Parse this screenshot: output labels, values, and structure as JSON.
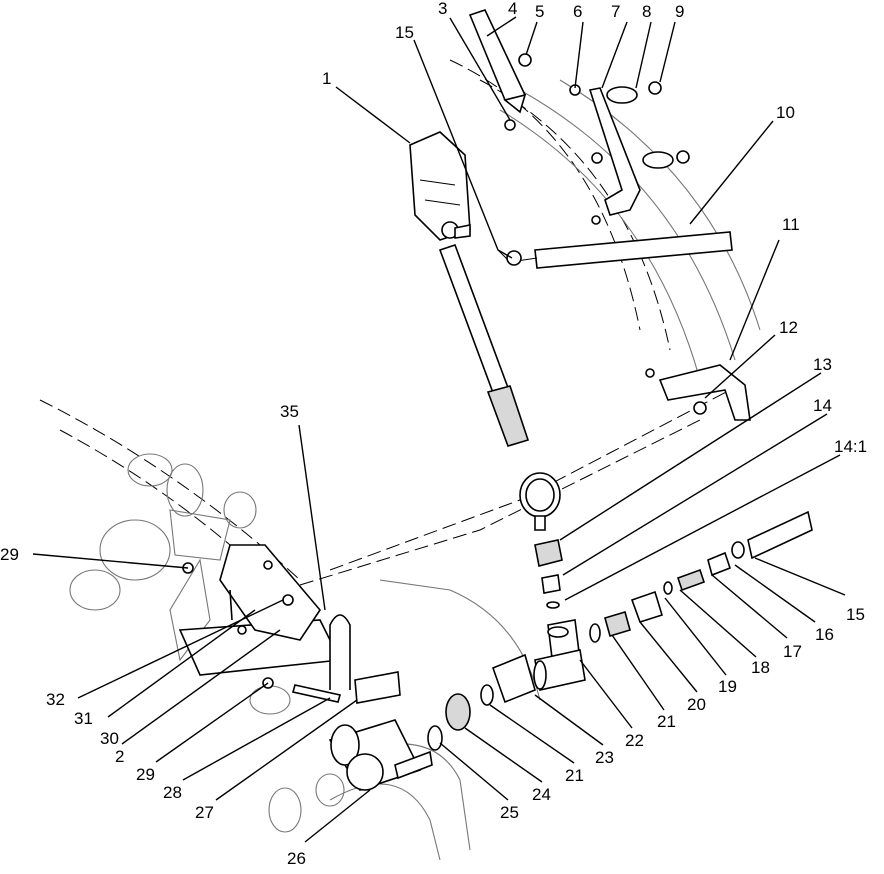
{
  "callouts": {
    "c1": "1",
    "c2": "2",
    "c3": "3",
    "c4": "4",
    "c5": "5",
    "c6": "6",
    "c7": "7",
    "c8": "8",
    "c9": "9",
    "c10": "10",
    "c11": "11",
    "c12": "12",
    "c13": "13",
    "c14": "14",
    "c14_1": "14:1",
    "c15a": "15",
    "c15b": "15",
    "c16": "16",
    "c17": "17",
    "c18": "18",
    "c19": "19",
    "c20": "20",
    "c21a": "21",
    "c21b": "21",
    "c22": "22",
    "c23": "23",
    "c24": "24",
    "c25": "25",
    "c26": "26",
    "c27": "27",
    "c28": "28",
    "c29a": "29",
    "c29b": "29",
    "c30": "30",
    "c31": "31",
    "c32": "32",
    "c35": "35"
  }
}
